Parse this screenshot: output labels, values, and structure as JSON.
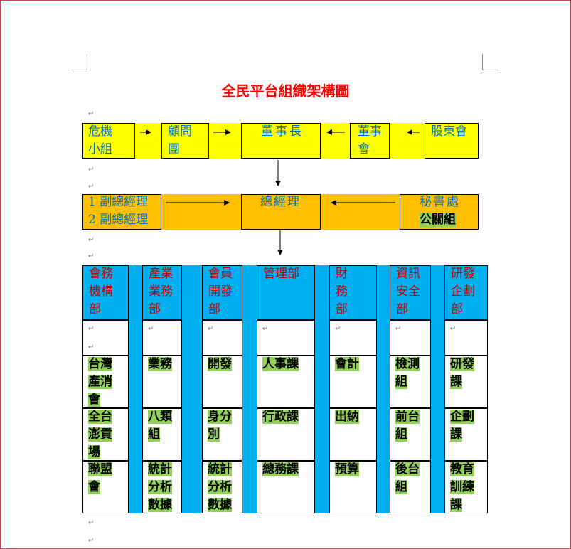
{
  "title": "全民平台組織架構圖",
  "colors": {
    "title": "#ff0000",
    "yellow": "#ffff00",
    "orange": "#ffc000",
    "blue": "#00b0f0",
    "highlight": "#93d05a",
    "cyan_text": "#0070c0",
    "red_text": "#c00000"
  },
  "top_row": {
    "crisis_group": "危機\n小組",
    "advisors": "顧問\n團",
    "chairman": "董事長",
    "board": "董事\n會",
    "shareholders": "股東會"
  },
  "second_row": {
    "vice_gms": "1 副總經理\n2 副總經理",
    "gm": "總經理",
    "secretariat": "秘書處",
    "pr_group": "公關組"
  },
  "departments": [
    {
      "name": "會務\n機構\n部",
      "units": [
        "台灣\n產消\n會",
        "全台\n澎貢\n場",
        "聯盟\n會"
      ]
    },
    {
      "name": "產業\n業務\n部",
      "units": [
        "業務",
        "八類\n組",
        "統計\n分析\n數據"
      ]
    },
    {
      "name": "會員\n開發\n部",
      "units": [
        "開發",
        "身分\n別",
        "統計\n分析\n數據"
      ]
    },
    {
      "name": "管理部",
      "units": [
        "人事課",
        "行政課",
        "總務課"
      ]
    },
    {
      "name": "財\n務\n部",
      "units": [
        "會計",
        "出納",
        "預算"
      ]
    },
    {
      "name": "資訊\n安全\n部",
      "units": [
        "檢測\n組",
        "前台\n組",
        "後台\n組"
      ]
    },
    {
      "name": "研發\n企劃\n部",
      "units": [
        "研發\n課",
        "企劃\n課",
        "教育\n訓練\n課"
      ]
    }
  ]
}
